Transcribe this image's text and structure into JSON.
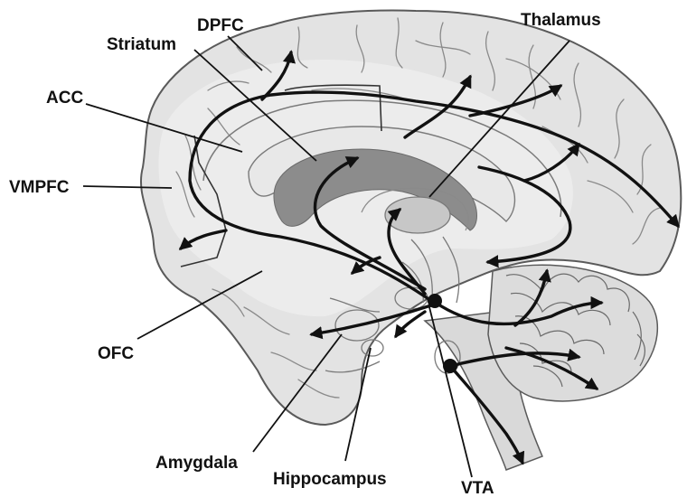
{
  "labels": {
    "dpfc": "DPFC",
    "striatum": "Striatum",
    "thalamus": "Thalamus",
    "acc": "ACC",
    "vmpfc": "VMPFC",
    "ofc": "OFC",
    "amygdala": "Amygdala",
    "hippocampus": "Hippocampus",
    "vta": "VTA"
  },
  "colors": {
    "cortex": "#e3e3e3",
    "medial_surface": "#eeeeee",
    "sulcus": "#8a8a8a",
    "striatum": "#8c8c8c",
    "thalamus": "#c7c7c7",
    "cerebellum": "#dcdcdc",
    "outline": "#5a5a5a",
    "pathway": "#111111"
  }
}
